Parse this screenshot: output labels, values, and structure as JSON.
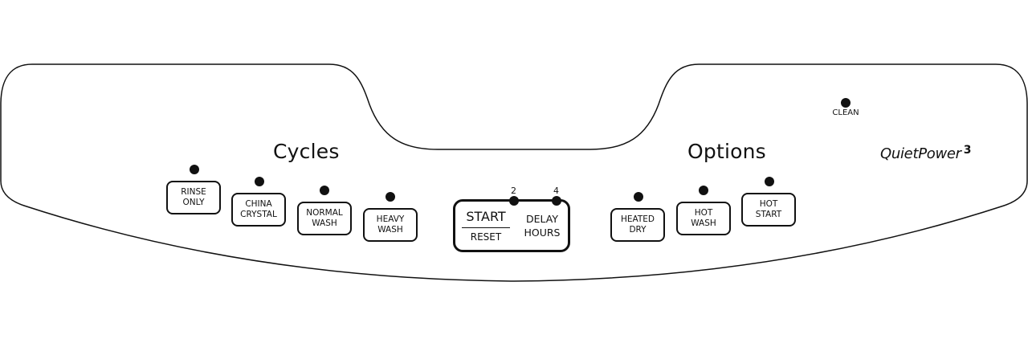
{
  "sections": {
    "cycles_title": "Cycles",
    "options_title": "Options"
  },
  "cycles": [
    {
      "line1": "Rinse",
      "line2": "Only"
    },
    {
      "line1": "China",
      "line2": "Crystal"
    },
    {
      "line1": "Normal",
      "line2": "Wash"
    },
    {
      "line1": "Heavy",
      "line2": "Wash"
    }
  ],
  "start_reset": {
    "start": "Start",
    "reset": "Reset"
  },
  "delay": {
    "line1": "Delay",
    "line2": "Hours",
    "led_labels": [
      "2",
      "4"
    ]
  },
  "options": [
    {
      "line1": "Heated",
      "line2": "Dry"
    },
    {
      "line1": "Hot",
      "line2": "Wash"
    },
    {
      "line1": "Hot",
      "line2": "Start"
    }
  ],
  "clean_indicator": {
    "label": "Clean"
  },
  "brand": {
    "name": "QuietPower",
    "superscript": "3"
  },
  "colors": {
    "ink": "#111111",
    "panel": "#ffffff"
  }
}
